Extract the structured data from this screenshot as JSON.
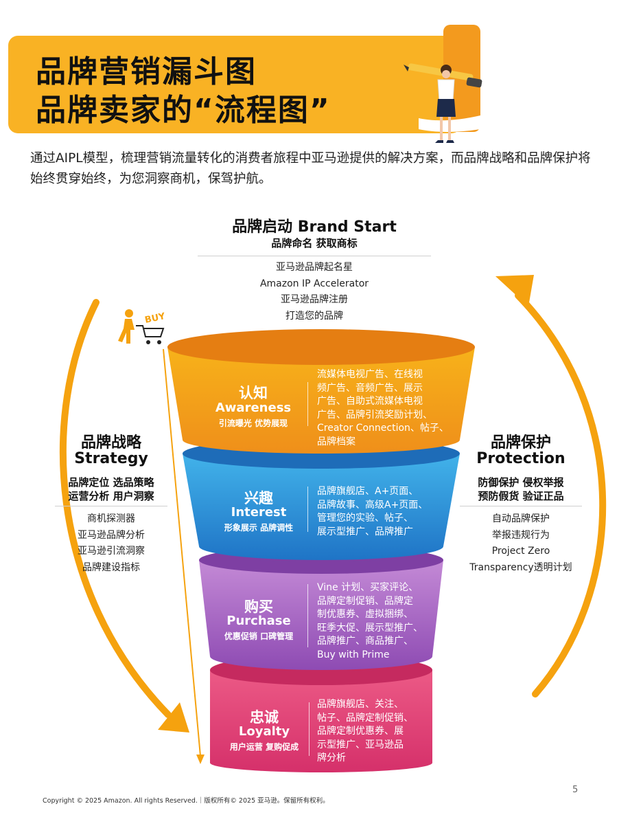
{
  "header": {
    "title_line1": "品牌营销漏斗图",
    "title_line2": "品牌卖家的“流程图”"
  },
  "intro": {
    "text": "通过AIPL模型，梳理营销流量转化的消费者旅程中亚马逊提供的解决方案，而品牌战略和品牌保护将始终贯穿始终，为您洞察商机，保驾护航。"
  },
  "brand_start": {
    "title": "品牌启动 Brand Start",
    "subtitle": "品牌命名 获取商标",
    "items": [
      "亚马逊品牌起名星",
      "Amazon IP Accelerator",
      "亚马逊品牌注册",
      "打造您的品牌"
    ]
  },
  "strategy": {
    "title_cn": "品牌战略",
    "title_en": "Strategy",
    "sub1": "品牌定位 选品策略",
    "sub2": "运营分析 用户洞察",
    "items": [
      "商机探测器",
      "亚马逊品牌分析",
      "亚马逊引流洞察",
      "品牌建设指标"
    ]
  },
  "protection": {
    "title_cn": "品牌保护",
    "title_en": "Protection",
    "sub1": "防御保护 侵权举报",
    "sub2": "预防假货 验证正品",
    "items": [
      "自动品牌保护",
      "举报违规行为",
      "Project Zero",
      "Transparency透明计划"
    ]
  },
  "buy_icon_text": "BUY",
  "funnel": [
    {
      "cn": "认知",
      "en": "Awareness",
      "sub": "引流曝光 优势展现",
      "lines": [
        "流媒体电视广告、在线视",
        "频广告、音频广告、展示",
        "广告、自助式流媒体电视",
        "广告、品牌引流奖励计划、",
        "Creator Connection、帖子、",
        "品牌档案"
      ]
    },
    {
      "cn": "兴趣",
      "en": "Interest",
      "sub": "形象展示 品牌调性",
      "lines": [
        "品牌旗舰店、A+页面、",
        "品牌故事、高级A+页面、",
        "管理您的实验、帖子、",
        "展示型推广、品牌推广"
      ]
    },
    {
      "cn": "购买",
      "en": "Purchase",
      "sub": "优惠促销 口碑管理",
      "lines": [
        "Vine 计划、买家评论、",
        "品牌定制促销、品牌定",
        "制优惠券、虚拟捆绑、",
        "旺季大促、展示型推广、",
        "品牌推广、商品推广、",
        "Buy with Prime"
      ]
    },
    {
      "cn": "忠诚",
      "en": "Loyalty",
      "sub": "用户运营 复购促成",
      "lines": [
        "品牌旗舰店、关注、",
        "帖子、品牌定制促销、",
        "品牌定制优惠券、展",
        "示型推广、亚马逊品",
        "牌分析"
      ]
    }
  ],
  "colors": {
    "banner": "#f9b224",
    "arrow": "#f5a20f",
    "awareness": "#f0a21c",
    "interest": "#2b8fd6",
    "purchase": "#a45cbe",
    "loyalty": "#e0477a"
  },
  "footer": {
    "copyright": "Copyright © 2025 Amazon. All rights Reserved.｜版权所有© 2025 亚马逊。保留所有权利。",
    "page": "5"
  }
}
